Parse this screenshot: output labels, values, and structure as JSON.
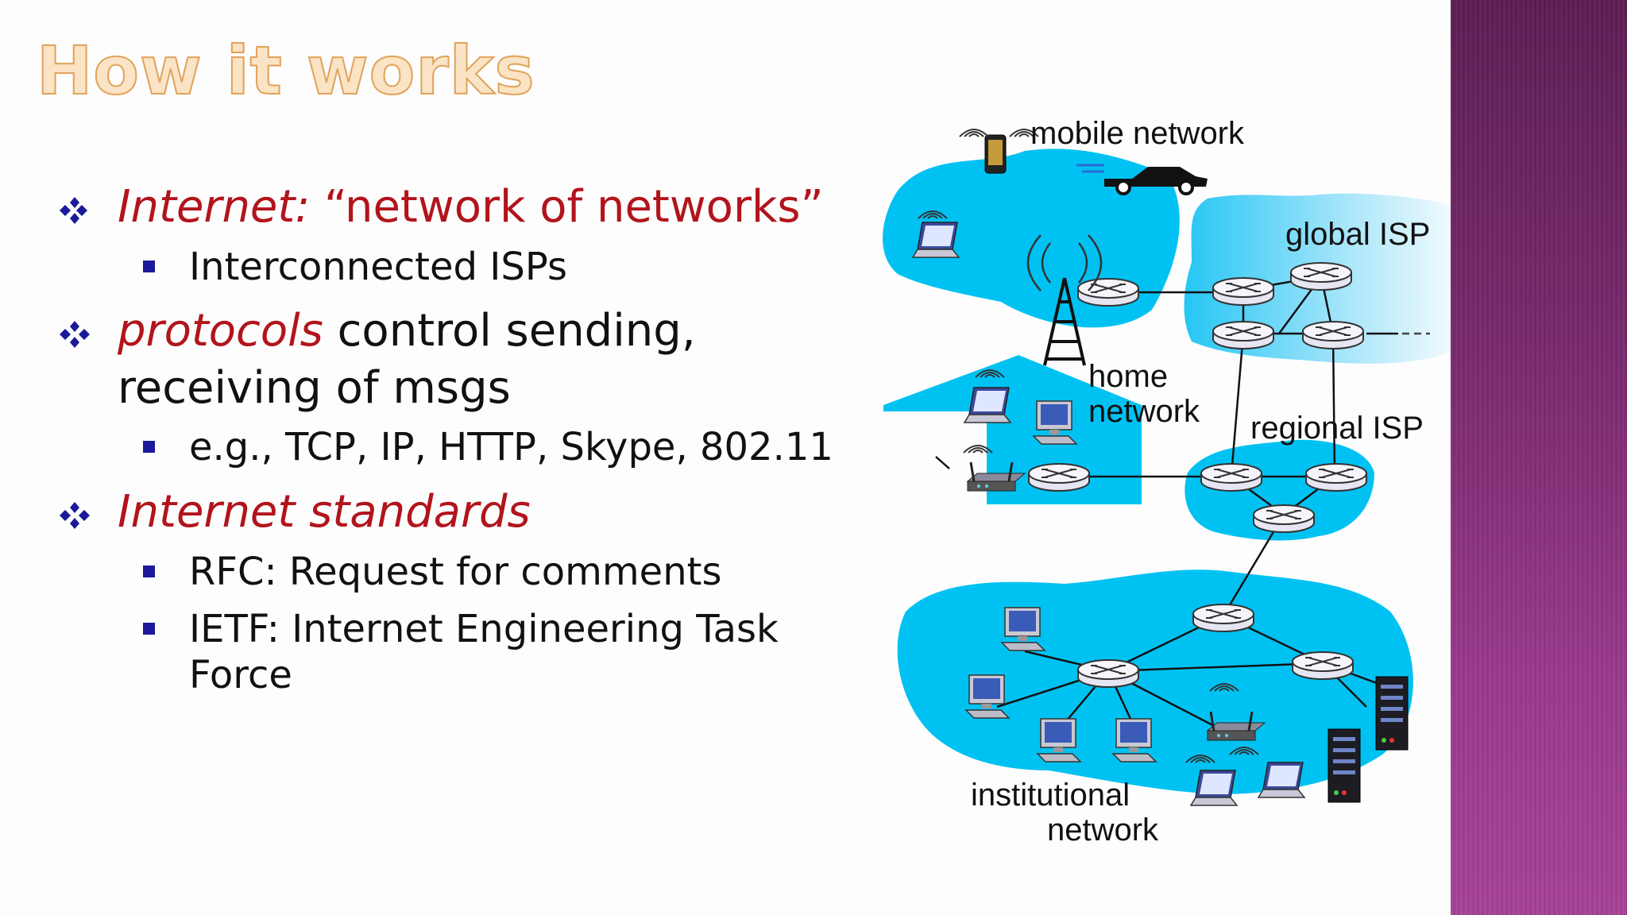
{
  "slide": {
    "title": "How it works",
    "bullets": [
      {
        "prefix": "Internet:",
        "quote_open": "“",
        "text": "network of networks",
        "quote_close": "”",
        "sub": [
          "Interconnected ISPs"
        ]
      },
      {
        "prefix": "protocols",
        "line1": " control sending,",
        "line2": "receiving of msgs",
        "sub": [
          "e.g., TCP, IP, HTTP, Skype,  802.11"
        ]
      },
      {
        "prefix": "Internet  standards",
        "sub": [
          "RFC: Request for comments",
          "IETF: Internet Engineering Task",
          "Force"
        ]
      }
    ]
  },
  "diagram": {
    "labels": {
      "mobile": "mobile network",
      "global": "global ISP",
      "home1": "home",
      "home2": "network",
      "regional": "regional ISP",
      "inst1": "institutional",
      "inst2": "network"
    }
  },
  "colors": {
    "network_fill": "#00c2f2",
    "global_fill": "#a8e6fb",
    "bullet_red": "#b2141c",
    "bullet_blue": "#1a1a9a",
    "sidebar": "#7a2a6e"
  }
}
